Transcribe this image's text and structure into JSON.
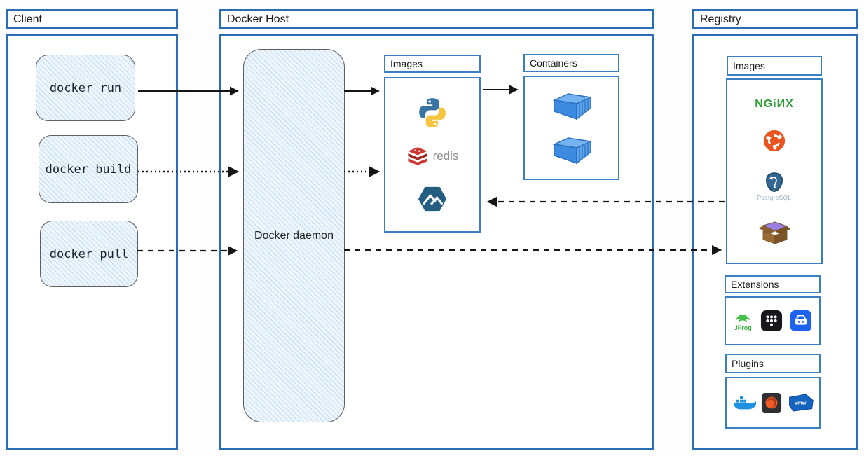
{
  "client": {
    "title": "Client",
    "commands": [
      {
        "label": "docker run"
      },
      {
        "label": "docker build"
      },
      {
        "label": "docker pull"
      }
    ]
  },
  "docker_host": {
    "title": "Docker Host",
    "daemon_label": "Docker daemon",
    "images_title": "Images",
    "containers_title": "Containers",
    "image_items": [
      "python",
      "redis",
      "alpine"
    ],
    "container_items": [
      "container",
      "container"
    ]
  },
  "registry": {
    "title": "Registry",
    "images_title": "Images",
    "extensions_title": "Extensions",
    "plugins_title": "Plugins",
    "image_items": [
      "nginx",
      "ubuntu",
      "postgresql",
      "package-box"
    ],
    "extension_items": [
      "jfrog",
      "app-grid-extension",
      "disk-extension"
    ],
    "plugin_items": [
      "docker-whale",
      "grafana",
      "vmware"
    ]
  },
  "labels": {
    "redis": "redis",
    "nginx": "NGiИX",
    "postgresql": "PostgreSQL",
    "jfrog": "JFrog",
    "vmware": "vmw"
  },
  "colors": {
    "section_border": "#2a6cb6",
    "inner_border": "#3a7fc2",
    "arrow": "#151515",
    "sketch_fill": "#eef6fd",
    "sketch_border": "#5c6064",
    "python_blue": "#3874a6",
    "python_yellow": "#f5c542",
    "redis_red": "#cf3530",
    "alpine_teal": "#235e80",
    "container_blue": "#3c8be0",
    "nginx_green": "#2f9e37",
    "ubuntu_orange": "#e95420",
    "postgres_blue": "#336791",
    "jfrog_green": "#41bf47",
    "docker_blue": "#1d90e0",
    "grafana_orange": "#f05a28",
    "vmware_blue": "#1565c0"
  }
}
